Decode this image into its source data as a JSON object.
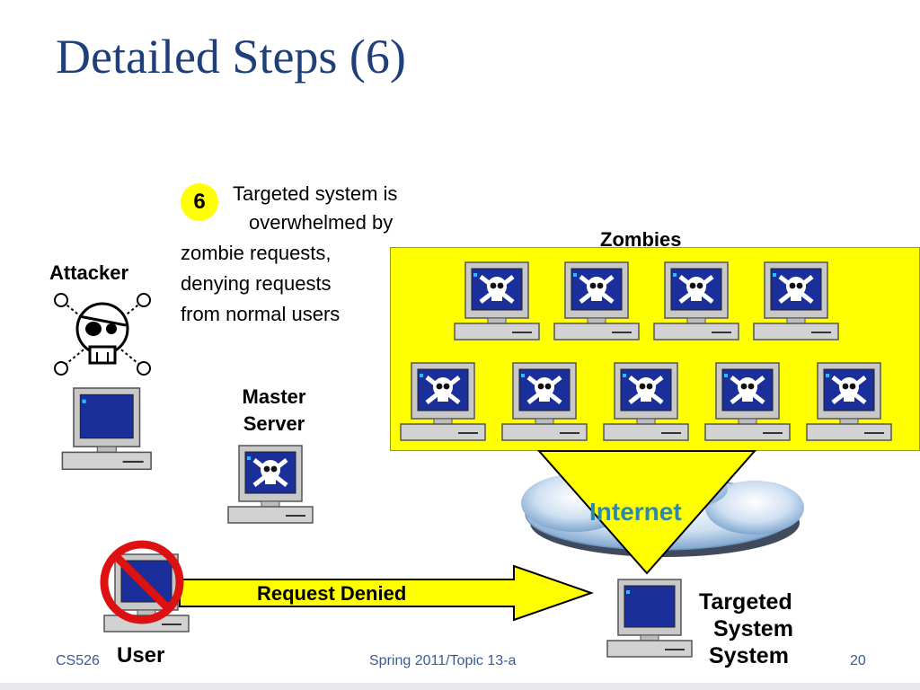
{
  "slide": {
    "title": "Detailed Steps (6)",
    "step_number": "6",
    "step_text": {
      "line1": "Targeted system is",
      "line2": "overwhelmed by",
      "line3": "zombie requests,",
      "line4": "denying  requests",
      "line5": "from normal users"
    }
  },
  "labels": {
    "attacker": "Attacker",
    "master_line1": "Master",
    "master_line2": "Server",
    "zombies": "Zombies",
    "internet": "Internet",
    "request_denied": "Request Denied",
    "target_line1": "Targeted",
    "target_line2": "System",
    "target_line3": "System",
    "user": "User"
  },
  "footer": {
    "course": "CS526",
    "term": "Spring 2011/Topic 13-a",
    "page": "20"
  },
  "colors": {
    "title": "#1f3f7a",
    "highlight": "#ffff00",
    "screen": "#1a2f9a",
    "prohibit": "#dd1111",
    "internet_text": "#2d8aa6"
  }
}
